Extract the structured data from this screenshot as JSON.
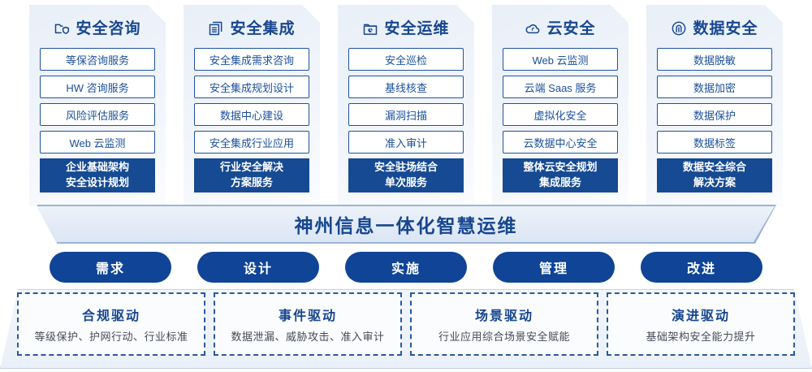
{
  "columns": [
    {
      "icon": "folder-shield-icon",
      "title": "安全咨询",
      "items": [
        "等保咨询服务",
        "HW 咨询服务",
        "风险评估服务",
        "Web 云监测"
      ],
      "summary": [
        "企业基础架构",
        "安全设计规划"
      ]
    },
    {
      "icon": "stacked-documents-icon",
      "title": "安全集成",
      "items": [
        "安全集成需求咨询",
        "安全集成规划设计",
        "数据中心建设",
        "安全集成行业应用"
      ],
      "summary": [
        "行业安全解决",
        "方案服务"
      ]
    },
    {
      "icon": "monitor-chart-icon",
      "title": "安全运维",
      "items": [
        "安全巡检",
        "基线核查",
        "漏洞扫描",
        "准入审计"
      ],
      "summary": [
        "安全驻场结合",
        "单次服务"
      ]
    },
    {
      "icon": "cloud-icon",
      "title": "云安全",
      "items": [
        "Web 云监测",
        "云端 Saas 服务",
        "虚拟化安全",
        "云数据中心安全"
      ],
      "summary": [
        "整体云安全规划",
        "集成服务"
      ]
    },
    {
      "icon": "fingerprint-icon",
      "title": "数据安全",
      "items": [
        "数据脱敏",
        "数据加密",
        "数据保护",
        "数据标签"
      ],
      "summary": [
        "数据安全综合",
        "解决方案"
      ]
    }
  ],
  "banner": {
    "title": "神州信息一体化智慧运维"
  },
  "pills": [
    {
      "label": "需求"
    },
    {
      "label": "设计"
    },
    {
      "label": "实施"
    },
    {
      "label": "管理"
    },
    {
      "label": "改进"
    }
  ],
  "drivers": [
    {
      "title": "合规驱动",
      "subtitle": "等级保护、护网行动、行业标准"
    },
    {
      "title": "事件驱动",
      "subtitle": "数据泄漏、威胁攻击、准入审计"
    },
    {
      "title": "场景驱动",
      "subtitle": "行业应用综合场景安全赋能"
    },
    {
      "title": "演进驱动",
      "subtitle": "基础架构安全能力提升"
    }
  ],
  "colors": {
    "brand_blue": "#17468f",
    "deep_blue": "#0f4496",
    "summary_blue": "#164a93",
    "item_border": "#1f52a0",
    "panel_bg": "#eef3fa"
  }
}
